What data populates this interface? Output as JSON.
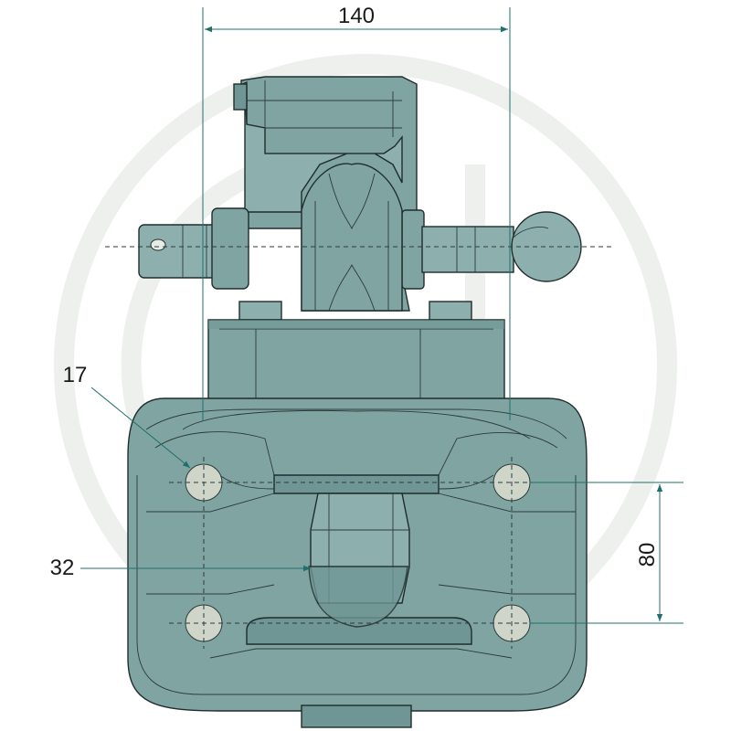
{
  "dimensions": {
    "width_label": "140",
    "height_label": "80",
    "hole_label": "17",
    "pin_label": "32"
  },
  "colors": {
    "body": "#7fa4a2",
    "outline": "#1f2d2c",
    "dimension_line": "#1f6f6a",
    "hole": "#cfd6c9",
    "watermark": "#eef0ee"
  }
}
